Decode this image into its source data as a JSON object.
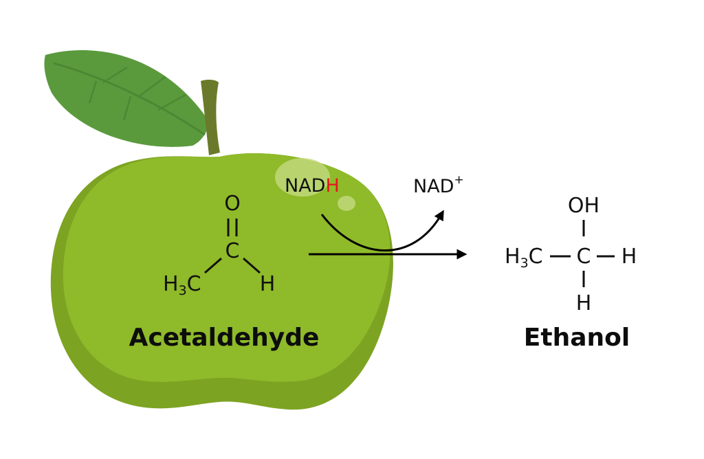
{
  "colors": {
    "apple_body": "#8fba2a",
    "apple_shadow": "#7da322",
    "apple_highlight": "#c7dc85",
    "leaf": "#5a9a3d",
    "leaf_vein": "#4d8733",
    "stem": "#6b7a2a",
    "text": "#111111",
    "highlight_hydrogen": "#e8141e",
    "arrow": "#000000"
  },
  "reactant": {
    "name": "Acetaldehyde",
    "atoms": {
      "oxygen": "O",
      "carbon": "C",
      "hydrogen": "H",
      "methyl_main": "H",
      "methyl_sub": "3",
      "methyl_tail": "C"
    }
  },
  "cofactor_in": {
    "prefix": "NAD",
    "hydrogen": "H"
  },
  "cofactor_out": {
    "text": "NAD",
    "charge": "+"
  },
  "product": {
    "name": "Ethanol",
    "atoms": {
      "hydroxyl": "OH",
      "carbon": "C",
      "added_hydrogen": "H",
      "bottom_hydrogen": "H",
      "methyl_main": "H",
      "methyl_sub": "3",
      "methyl_tail": "C"
    }
  }
}
